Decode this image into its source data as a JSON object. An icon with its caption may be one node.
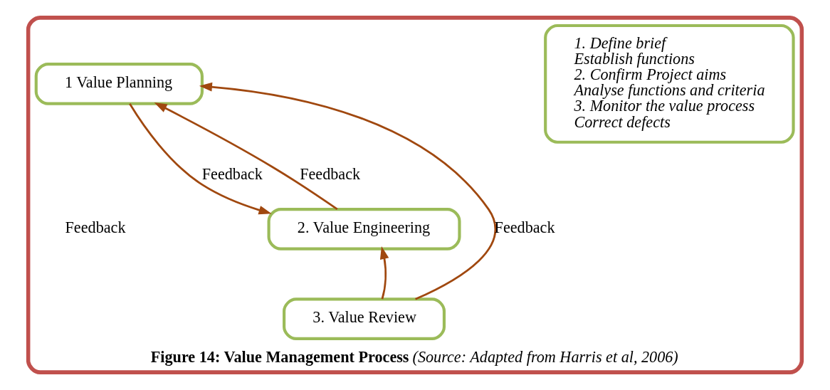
{
  "diagram": {
    "nodes": [
      {
        "text": [
          "**Figure 14: Value Management Process** *(Source: Adapted from Harris et al, 2006)*"
        ]
      },
      {
        "text": [
          "1 Value Planning"
        ],
        "in": 0
      },
      {
        "text": [
          "2. Value Engineering"
        ],
        "in": 0
      },
      {
        "text": [
          "3. Value Review"
        ],
        "in": 0
      },
      {
        "text": [
          "1. Define brief",
          "Establish functions",
          "2. Confirm Project aims",
          "Analyse functions and criteria",
          "3. Monitor the value process",
          "Correct defects"
        ],
        "in": 0
      }
    ],
    "edges": [
      {
        "from": 1,
        "to": 2,
        "arrow": "to",
        "label": "Feedback"
      },
      {
        "from": 2,
        "to": 1,
        "arrow": "to",
        "label": "Feedback"
      },
      {
        "from": 3,
        "to": 1,
        "arrow": "to",
        "label": "Feedback"
      },
      {
        "from": 3,
        "to": 2,
        "arrow": "to"
      }
    ],
    "labels": [
      "Feedback"
    ]
  }
}
